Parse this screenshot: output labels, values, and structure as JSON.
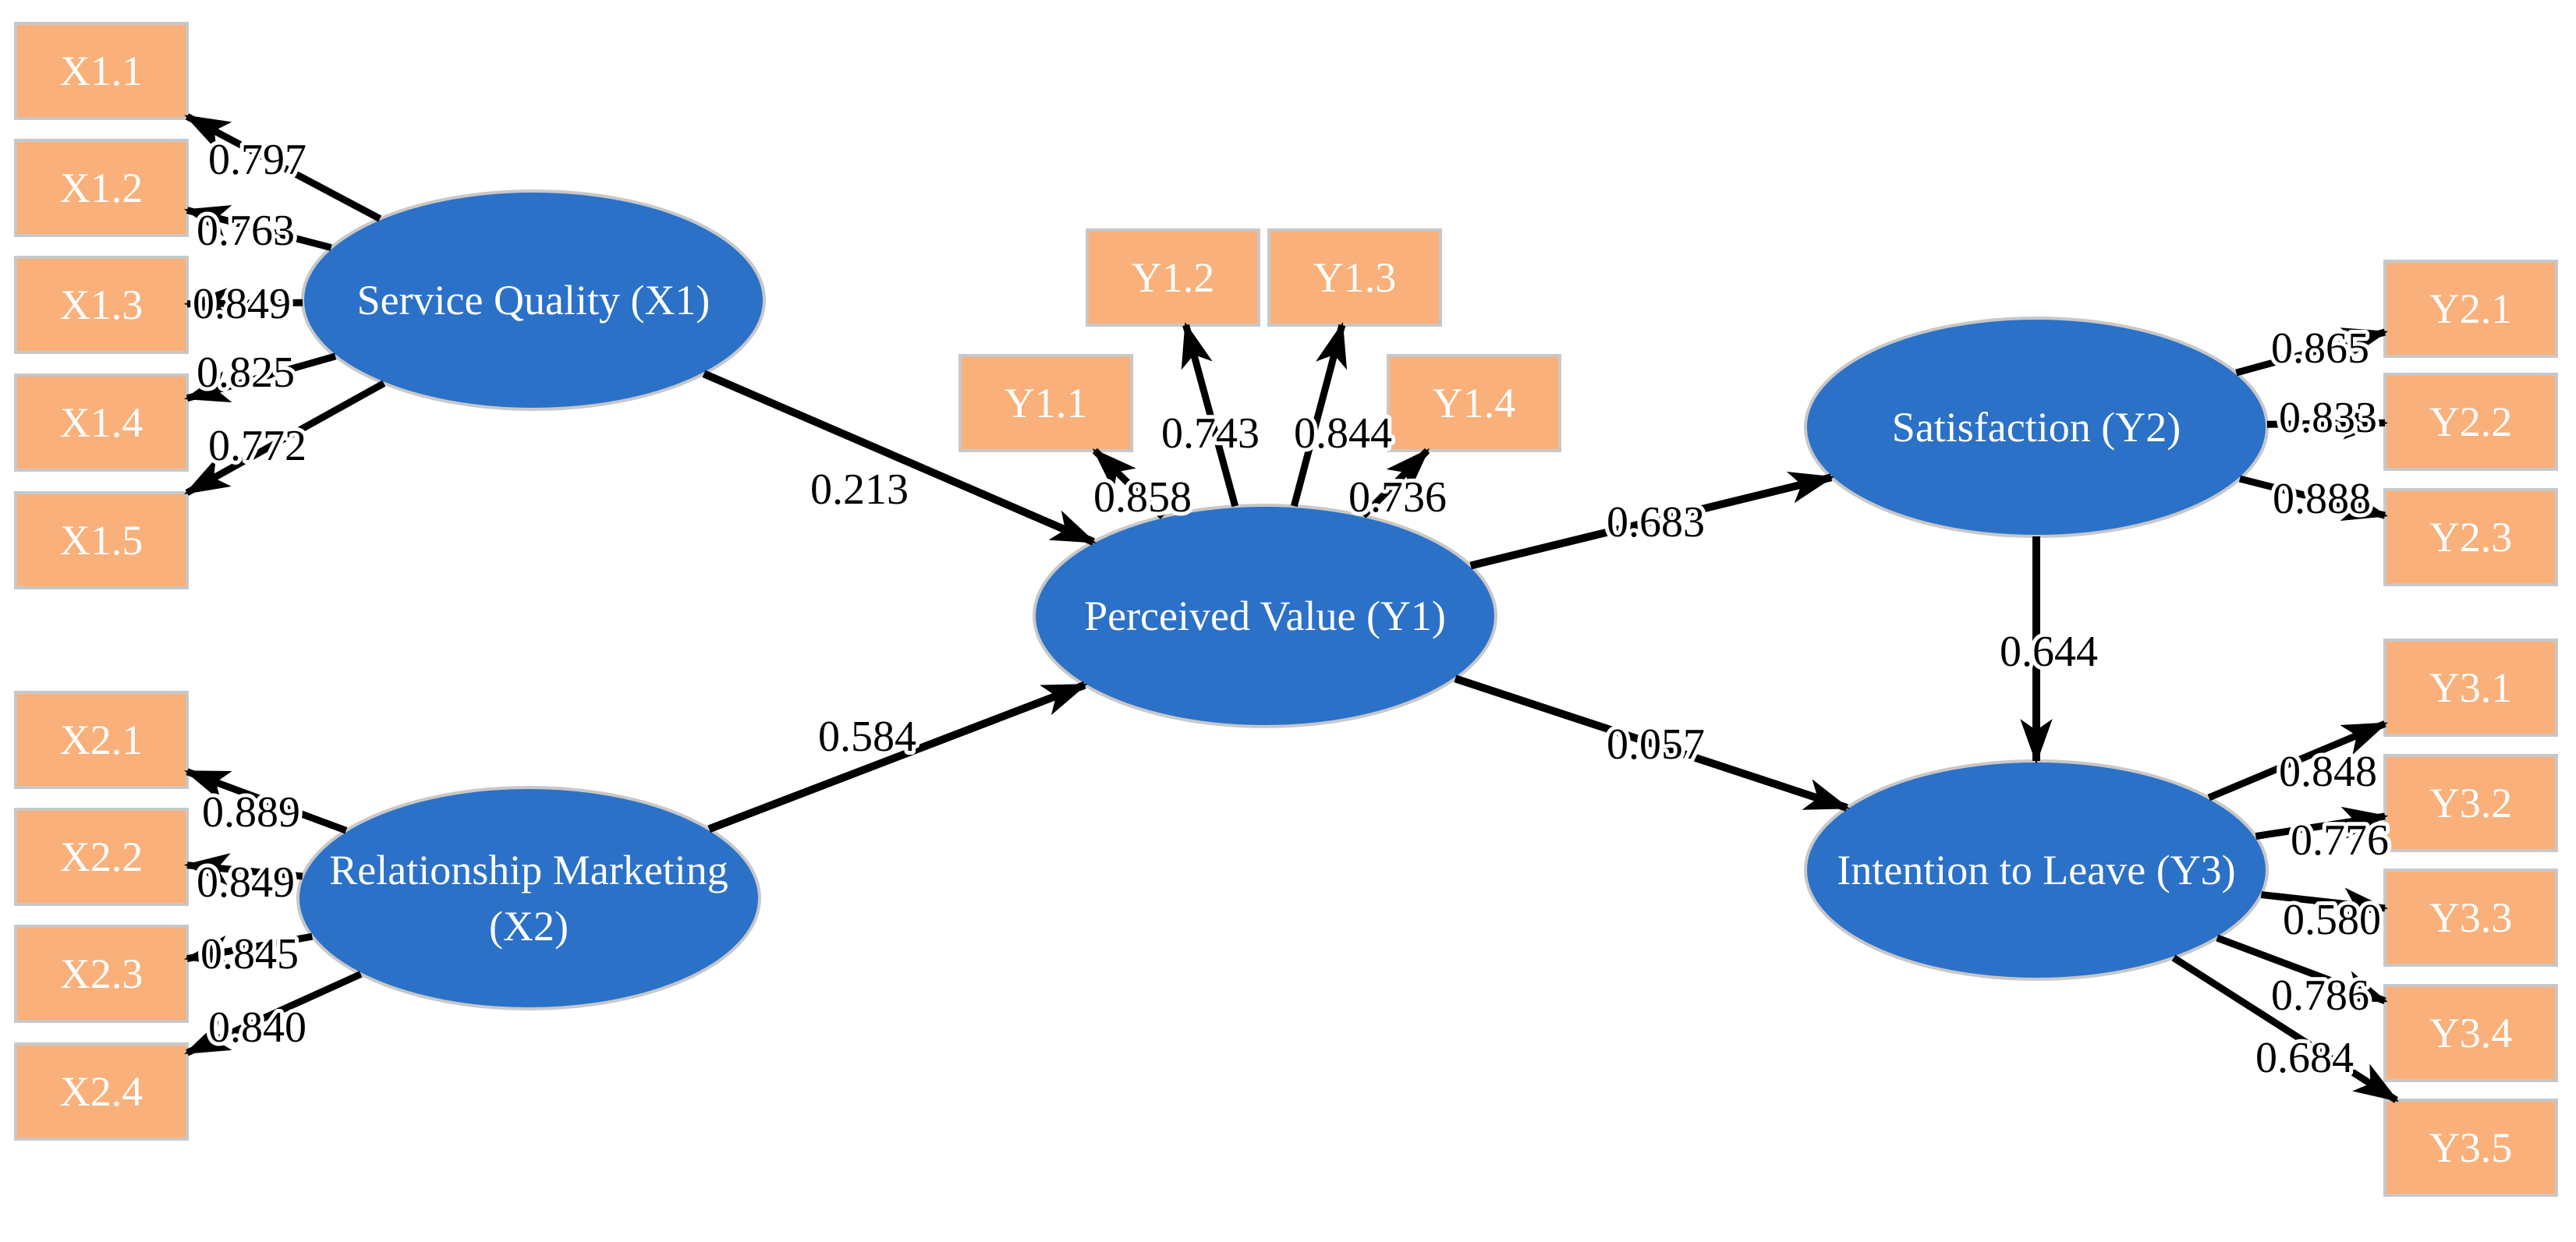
{
  "figure": {
    "background": "#ffffff"
  },
  "colors": {
    "latent_fill": "#2B71C8",
    "latent_border": "#C8C8C8",
    "indicator_fill": "#F9B07A",
    "indicator_border": "#C8C8C8",
    "arrow": "#000000",
    "node_text": "#ffffff",
    "value_text": "#000000"
  },
  "latents": [
    {
      "id": "X1",
      "label": "Service Quality (X1)",
      "lines": [
        "Service Quality (X1)"
      ]
    },
    {
      "id": "X2",
      "label": "Relationship Marketing (X2)",
      "lines": [
        "Relationship Marketing",
        "(X2)"
      ]
    },
    {
      "id": "Y1",
      "label": "Perceived Value (Y1)",
      "lines": [
        "Perceived Value (Y1)"
      ]
    },
    {
      "id": "Y2",
      "label": "Satisfaction (Y2)",
      "lines": [
        "Satisfaction (Y2)"
      ]
    },
    {
      "id": "Y3",
      "label": "Intention to Leave (Y3)",
      "lines": [
        "Intention to Leave (Y3)"
      ]
    }
  ],
  "indicators": [
    {
      "id": "X1.1",
      "label": "X1.1",
      "latent": "X1",
      "loading": "0.797"
    },
    {
      "id": "X1.2",
      "label": "X1.2",
      "latent": "X1",
      "loading": "0.763"
    },
    {
      "id": "X1.3",
      "label": "X1.3",
      "latent": "X1",
      "loading": "0.849"
    },
    {
      "id": "X1.4",
      "label": "X1.4",
      "latent": "X1",
      "loading": "0.825"
    },
    {
      "id": "X1.5",
      "label": "X1.5",
      "latent": "X1",
      "loading": "0.772"
    },
    {
      "id": "X2.1",
      "label": "X2.1",
      "latent": "X2",
      "loading": "0.889"
    },
    {
      "id": "X2.2",
      "label": "X2.2",
      "latent": "X2",
      "loading": "0.849"
    },
    {
      "id": "X2.3",
      "label": "X2.3",
      "latent": "X2",
      "loading": "0.845"
    },
    {
      "id": "X2.4",
      "label": "X2.4",
      "latent": "X2",
      "loading": "0.840"
    },
    {
      "id": "Y1.1",
      "label": "Y1.1",
      "latent": "Y1",
      "loading": "0.858"
    },
    {
      "id": "Y1.2",
      "label": "Y1.2",
      "latent": "Y1",
      "loading": "0.743"
    },
    {
      "id": "Y1.3",
      "label": "Y1.3",
      "latent": "Y1",
      "loading": "0.844"
    },
    {
      "id": "Y1.4",
      "label": "Y1.4",
      "latent": "Y1",
      "loading": "0.736"
    },
    {
      "id": "Y2.1",
      "label": "Y2.1",
      "latent": "Y2",
      "loading": "0.865"
    },
    {
      "id": "Y2.2",
      "label": "Y2.2",
      "latent": "Y2",
      "loading": "0.833"
    },
    {
      "id": "Y2.3",
      "label": "Y2.3",
      "latent": "Y2",
      "loading": "0.888"
    },
    {
      "id": "Y3.1",
      "label": "Y3.1",
      "latent": "Y3",
      "loading": "0.848"
    },
    {
      "id": "Y3.2",
      "label": "Y3.2",
      "latent": "Y3",
      "loading": "0.776"
    },
    {
      "id": "Y3.3",
      "label": "Y3.3",
      "latent": "Y3",
      "loading": "0.580"
    },
    {
      "id": "Y3.4",
      "label": "Y3.4",
      "latent": "Y3",
      "loading": "0.786"
    },
    {
      "id": "Y3.5",
      "label": "Y3.5",
      "latent": "Y3",
      "loading": "0.684"
    }
  ],
  "paths": [
    {
      "from": "X1",
      "to": "Y1",
      "value": "0.213"
    },
    {
      "from": "X2",
      "to": "Y1",
      "value": "0.584"
    },
    {
      "from": "Y1",
      "to": "Y2",
      "value": "0.683"
    },
    {
      "from": "Y1",
      "to": "Y3",
      "value": "0.057"
    },
    {
      "from": "Y2",
      "to": "Y3",
      "value": "0.644"
    }
  ]
}
